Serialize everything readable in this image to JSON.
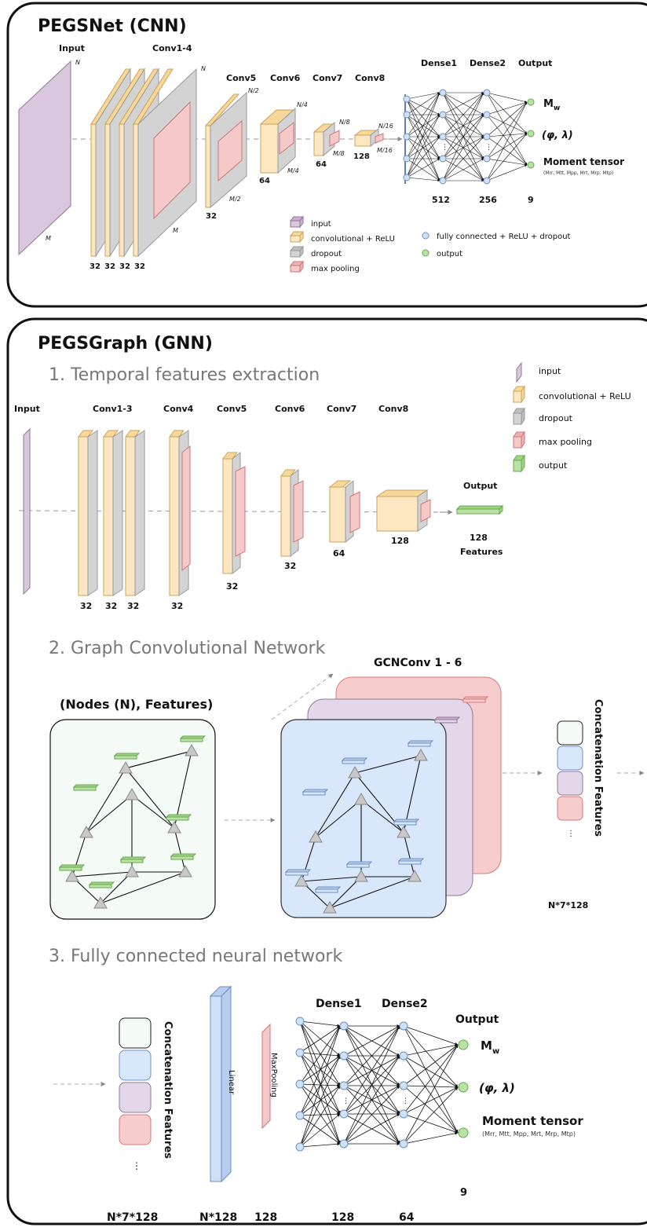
{
  "cnn": {
    "title": "PEGSNet (CNN)",
    "labels": {
      "input": "Input",
      "conv14": "Conv1-4",
      "conv5": "Conv5",
      "conv6": "Conv6",
      "conv7": "Conv7",
      "conv8": "Conv8",
      "dense1": "Dense1",
      "dense2": "Dense2",
      "output": "Output"
    },
    "dims": {
      "n": "N",
      "m": "M",
      "n2": "N/2",
      "m2": "M/2",
      "n4": "N/4",
      "m4": "M/4",
      "n8": "N/8",
      "m8": "M/8",
      "n16": "N/16",
      "m16": "M/16"
    },
    "counts": {
      "c1": "32",
      "c2": "32",
      "c3": "32",
      "c4": "32",
      "c5": "32",
      "c6": "64",
      "c7": "64",
      "c8": "128",
      "d1": "512",
      "d2": "256",
      "out": "9"
    },
    "outputs": {
      "mw": "M",
      "mw_sub": "w",
      "phi": "(φ, λ)",
      "mt": "Moment tensor",
      "mt_sub": "(Mrr,  Mtt,  Mpp,  Mrt,  Mrp,  Mtp)"
    },
    "legend": {
      "input": "input",
      "conv": "convolutional + ReLU",
      "dropout": "dropout",
      "pool": "max pooling",
      "fc": "fully connected + ReLU + dropout",
      "output": "output"
    }
  },
  "gnn": {
    "title": "PEGSGraph (GNN)",
    "step1": "1. Temporal features extraction",
    "step2": "2. Graph Convolutional Network",
    "step3": "3. Fully connected neural network",
    "labels": {
      "input": "Input",
      "conv13": "Conv1-3",
      "conv4": "Conv4",
      "conv5": "Conv5",
      "conv6": "Conv6",
      "conv7": "Conv7",
      "conv8": "Conv8",
      "output": "Output",
      "features": "Features"
    },
    "counts": {
      "c1": "32",
      "c2": "32",
      "c3": "32",
      "c4": "32",
      "c5": "32",
      "c6": "32",
      "c7": "64",
      "c8": "128",
      "out": "128"
    },
    "legend": {
      "input": "input",
      "conv": "convolutional + ReLU",
      "dropout": "dropout",
      "pool": "max pooling",
      "output": "output"
    },
    "graph": {
      "nodes_title": "(Nodes (N), Features)",
      "gcn_title": "GCNConv 1 - 6",
      "concat": "Concatenation Features",
      "concat_dim": "N*7*128"
    },
    "fc": {
      "dense1": "Dense1",
      "dense2": "Dense2",
      "output": "Output",
      "linear": "Linear",
      "maxpool": "MaxPooling",
      "concat": "Concatenation Features",
      "b1": "N*7*128",
      "b2": "N*128",
      "b3": "128",
      "b4": "128",
      "b5": "64",
      "out": "9",
      "mw": "M",
      "mw_sub": "w",
      "phi": "(φ, λ)",
      "mt": "Moment tensor",
      "mt_sub": "(Mrr,  Mtt,  Mpp,  Mrt,  Mrp,  Mtp)"
    }
  },
  "colors": {
    "input": "#d9c7dd",
    "conv": "#fde7c2",
    "dropout": "#d3d3d3",
    "pool": "#f5c9c9",
    "output": "#b9e3a4",
    "fc_node": "#cfe2f7",
    "gcn1": "#d9e7fb",
    "gcn2": "#e4d7ea",
    "gcn3": "#f7cccc"
  }
}
